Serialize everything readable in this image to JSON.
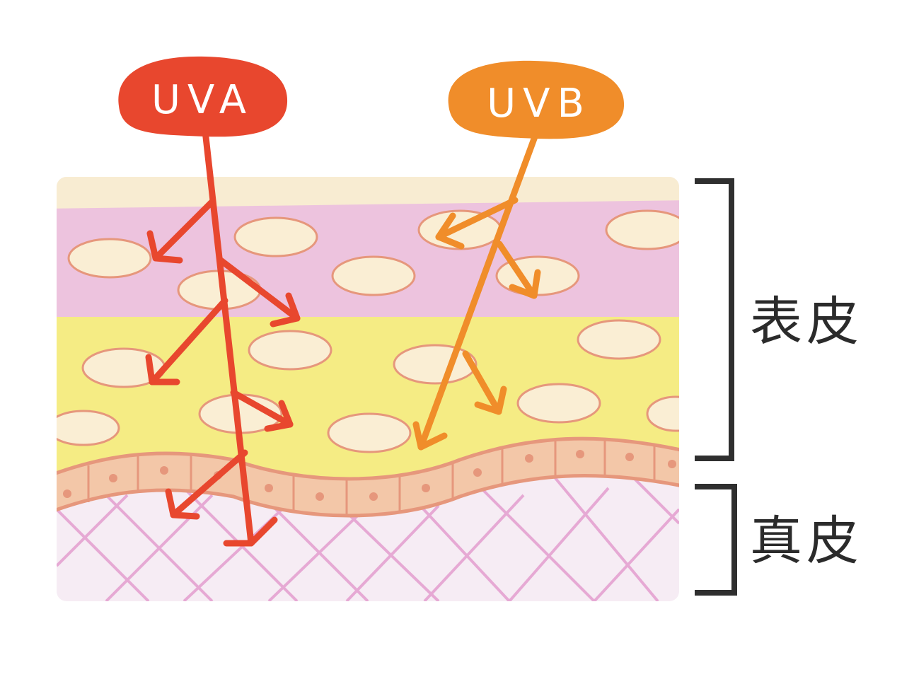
{
  "uv_labels": {
    "uva": "UVA",
    "uvb": "UVB"
  },
  "layer_labels": {
    "epidermis": "表皮",
    "dermis": "真皮"
  },
  "colors": {
    "uva": "#e8472e",
    "uvb": "#f08d2a",
    "stratum_corneum": "#f8ecd2",
    "upper_epidermis": "#edc3de",
    "lower_epidermis": "#f5ec84",
    "cell": "#faeed4",
    "cell_outline": "#e6977c",
    "basal_layer": "#f3c7a8",
    "dermis": "#f6ecf4",
    "dermis_mesh": "#e6a9d4",
    "bracket": "#2f2f2f"
  }
}
